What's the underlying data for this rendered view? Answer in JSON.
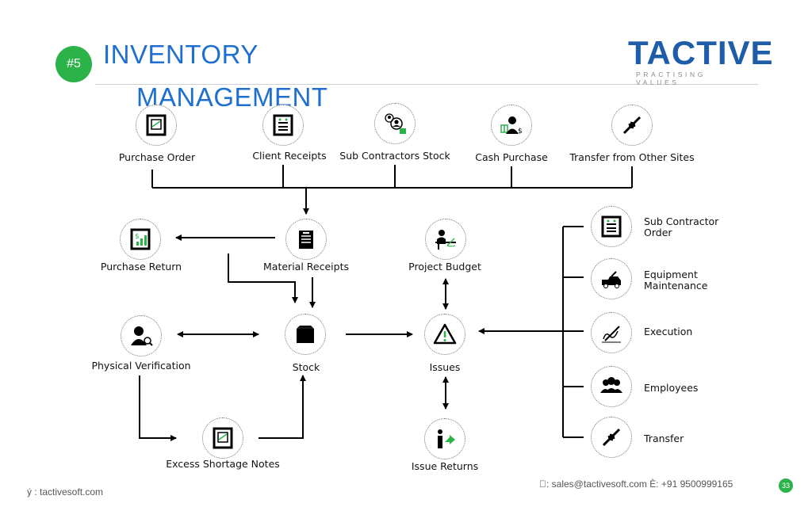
{
  "header": {
    "badge": "#5",
    "title_line1": "INVENTORY",
    "title_line2": "MANAGEMENT",
    "logo_word": "TACTIVE",
    "logo_tagline": "PRACTISING VALUES"
  },
  "diagram": {
    "sources": [
      "Purchase Order",
      "Client Receipts",
      "Sub Contractors Stock",
      "Cash Purchase",
      "Transfer from Other Sites"
    ],
    "purchase_return": "Purchase Return",
    "material_receipts": "Material Receipts",
    "project_budget": "Project Budget",
    "physical_verification": "Physical Verification",
    "stock": "Stock",
    "issues": "Issues",
    "excess_shortage_notes": "Excess Shortage Notes",
    "issue_returns": "Issue Returns",
    "issue_targets": [
      "Sub Contractor Order",
      "Equipment Maintenance",
      "Execution",
      "Employees",
      "Transfer"
    ]
  },
  "footer": {
    "website": "ý : tactivesoft.com",
    "contact": "\u0000: sales@tactivesoft.com    È: +91 9500999165",
    "page": "33"
  },
  "colors": {
    "accent_green": "#2bb34a",
    "title_blue": "#1f6fd0",
    "logo_blue": "#1e5da8"
  }
}
